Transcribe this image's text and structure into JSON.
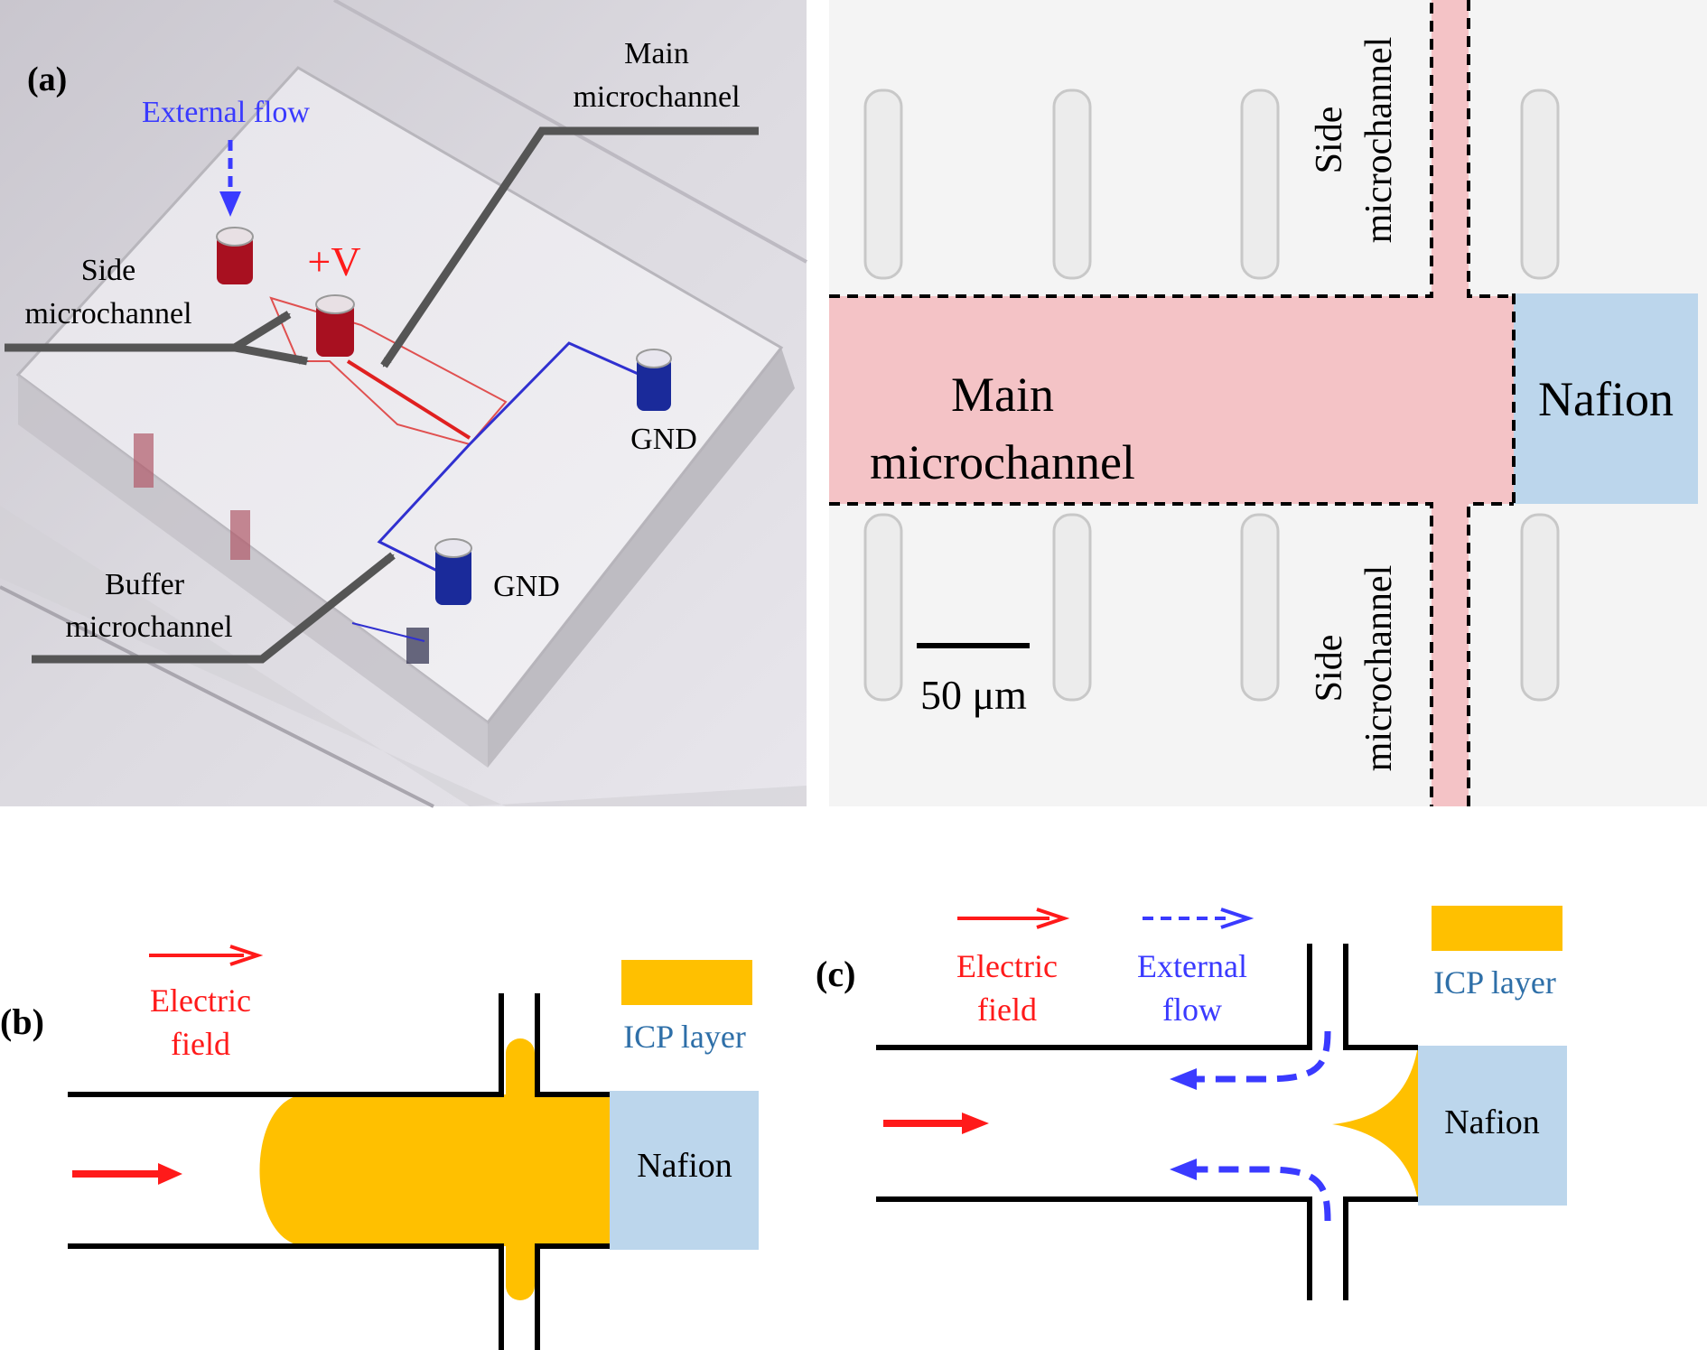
{
  "colors": {
    "red": "#ff1a1a",
    "blue_text": "#3a3aff",
    "icp_blue_text": "#2e6fa8",
    "icp_yellow": "#ffc000",
    "nafion_blue": "#bcd6ec",
    "main_channel_pink": "#f4c3c6",
    "leader_gray": "#555555",
    "wall_black": "#000000"
  },
  "panel_a": {
    "label": "(a)",
    "external_flow": "External flow",
    "voltage": "+V",
    "side_line1": "Side",
    "side_line2": "microchannel",
    "main_line1": "Main",
    "main_line2": "microchannel",
    "gnd_top": "GND",
    "gnd_bottom": "GND",
    "buffer_line1": "Buffer",
    "buffer_line2": "microchannel"
  },
  "micrograph": {
    "side_top_line1": "Side",
    "side_top_line2": "microchannel",
    "side_bottom_line1": "Side",
    "side_bottom_line2": "microchannel",
    "main_line1": "Main",
    "main_line2": "microchannel",
    "nafion": "Nafion",
    "scale_bar": "50 μm"
  },
  "panel_b": {
    "label": "(b)",
    "electric_line1": "Electric",
    "electric_line2": "field",
    "icp_layer": "ICP layer",
    "nafion": "Nafion"
  },
  "panel_c": {
    "label": "(c)",
    "electric_line1": "Electric",
    "electric_line2": "field",
    "external_line1": "External",
    "external_line2": "flow",
    "icp_layer": "ICP layer",
    "nafion": "Nafion"
  }
}
